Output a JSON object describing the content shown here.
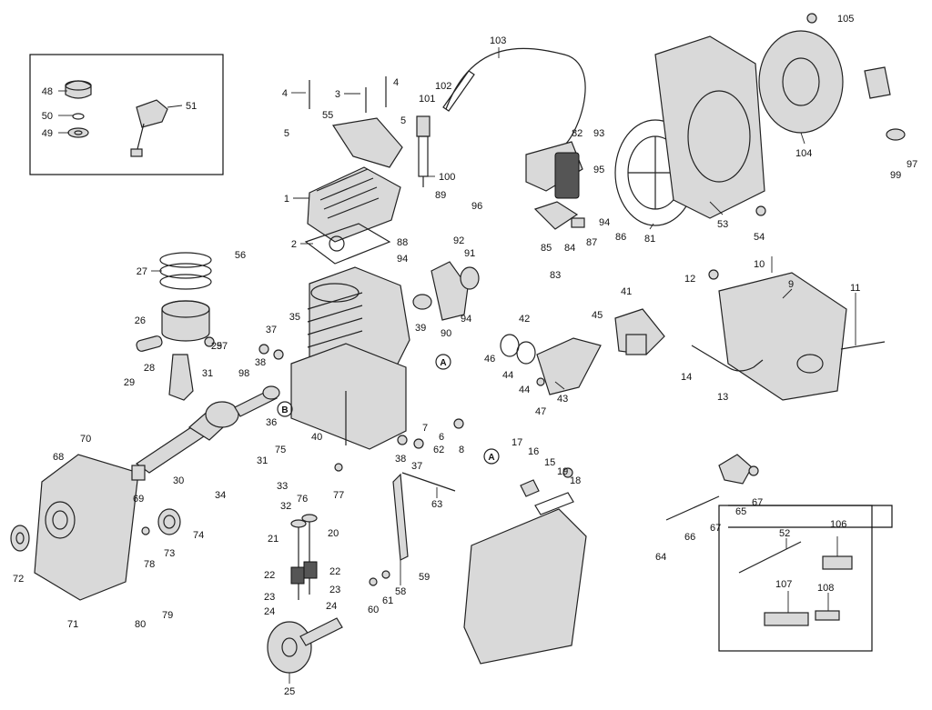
{
  "diagram": {
    "callouts": {
      "inset": [
        "48",
        "50",
        "49",
        "51"
      ],
      "head": [
        "4",
        "3",
        "4",
        "5",
        "5",
        "55",
        "1",
        "2",
        "101",
        "102",
        "100",
        "103"
      ],
      "piston": [
        "27",
        "26",
        "29",
        "28",
        "29",
        "56",
        "57",
        "31",
        "37",
        "35",
        "38"
      ],
      "ignition": [
        "82",
        "93",
        "95",
        "96",
        "89",
        "92",
        "88",
        "94",
        "91",
        "90",
        "94",
        "39",
        "85",
        "84",
        "83",
        "87",
        "94",
        "86",
        "81",
        "53",
        "54",
        "104",
        "99",
        "97",
        "105"
      ],
      "carb": [
        "42",
        "45",
        "41",
        "46",
        "44",
        "44",
        "47",
        "43",
        "12",
        "10",
        "9",
        "11",
        "14",
        "13"
      ],
      "crankcase": [
        "98",
        "36",
        "40",
        "7",
        "6",
        "62",
        "8",
        "38",
        "37",
        "30",
        "31",
        "75",
        "77",
        "76",
        "33",
        "34",
        "32",
        "70",
        "68",
        "69"
      ],
      "valvetrain": [
        "21",
        "20",
        "22",
        "22",
        "23",
        "23",
        "24",
        "24",
        "25",
        "63",
        "58",
        "59",
        "60",
        "61",
        "73",
        "74",
        "78",
        "72",
        "71",
        "80",
        "79"
      ],
      "muffler": [
        "17",
        "16",
        "15",
        "19",
        "18"
      ],
      "right": [
        "65",
        "67",
        "66",
        "67",
        "64",
        "52",
        "106",
        "107",
        "108"
      ]
    },
    "circled_letters": [
      "A",
      "A",
      "B"
    ]
  }
}
